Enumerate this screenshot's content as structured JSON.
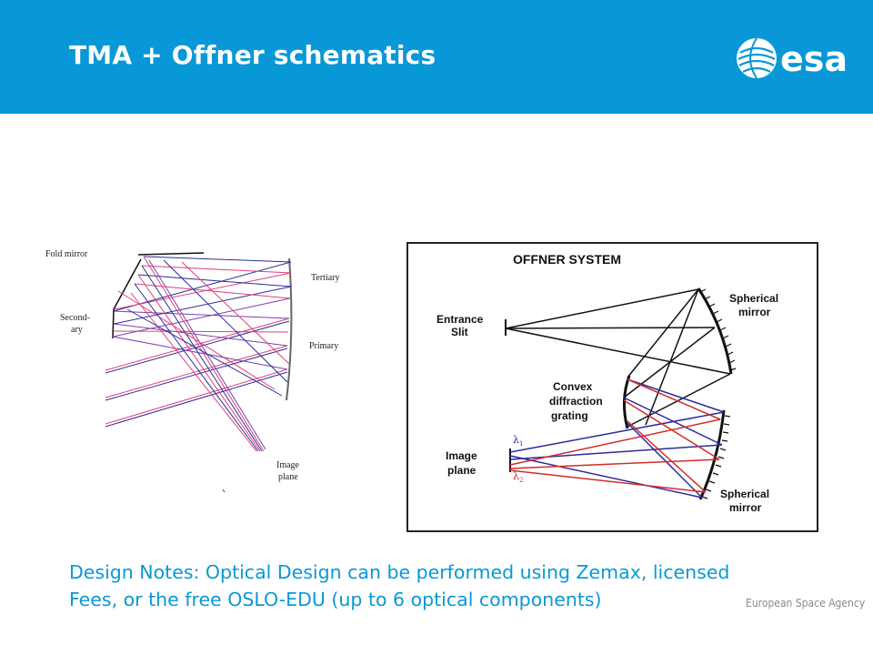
{
  "slide": {
    "title": "TMA + Offner schematics",
    "logo_text": "esa",
    "footer": "European Space Agency",
    "notes": [
      "Design Notes: Optical Design can be performed using Zemax, licensed",
      "Fees, or the free OSLO-EDU (up to 6 optical components)"
    ]
  },
  "tma": {
    "labels": {
      "fold_mirror": "Fold mirror",
      "secondary_1": "Second-",
      "secondary_2": "ary",
      "tertiary": "Tertiary",
      "primary": "Primary",
      "image_1": "Image",
      "image_2": "plane"
    }
  },
  "offner": {
    "title": "OFFNER SYSTEM",
    "labels": {
      "entrance_1": "Entrance",
      "entrance_2": "Slit",
      "spherical_top_1": "Spherical",
      "spherical_top_2": "mirror",
      "grating_1": "Convex",
      "grating_2": "diffraction",
      "grating_3": "grating",
      "image_1": "Image",
      "image_2": "plane",
      "spherical_bottom_1": "Spherical",
      "spherical_bottom_2": "mirror",
      "lambda_1": "λ",
      "lambda_1_sub": "1",
      "lambda_2": "λ",
      "lambda_2_sub": "2"
    }
  },
  "colors": {
    "header": "#0898d7",
    "ray_blue": "#2b2c9c",
    "ray_red": "#d42a2a",
    "ray_pink": "#e0407a"
  }
}
